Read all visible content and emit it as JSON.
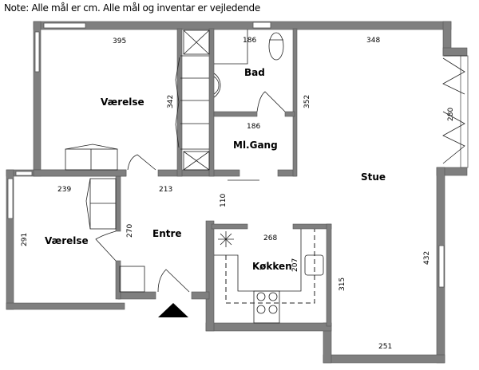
{
  "note": "Note: Alle mål er cm. Alle mål og inventar er vejledende",
  "colors": {
    "wall": "#7f7f7f",
    "line": "#222222",
    "entrance_marker": "#000000"
  },
  "rooms": {
    "vaerelse_top": "Værelse",
    "vaerelse_bottom": "Værelse",
    "bad": "Bad",
    "ml_gang": "Ml.Gang",
    "stue": "Stue",
    "entre": "Entre",
    "koekken": "Køkken"
  },
  "dimensions": {
    "vaerelse_top_width": "395",
    "vaerelse_top_height": "342",
    "bad_width": "186",
    "ml_gang_width": "186",
    "stue_width": "348",
    "stue_height": "352",
    "stue_window_width": "280",
    "vaerelse_bottom_width": "239",
    "vaerelse_bottom_height": "291",
    "entre_width": "213",
    "entre_height": "270",
    "passage": "110",
    "koekken_width": "268",
    "koekken_height": "207",
    "stue_lower_left": "315",
    "stue_lower_right": "432",
    "stue_bottom": "251"
  }
}
